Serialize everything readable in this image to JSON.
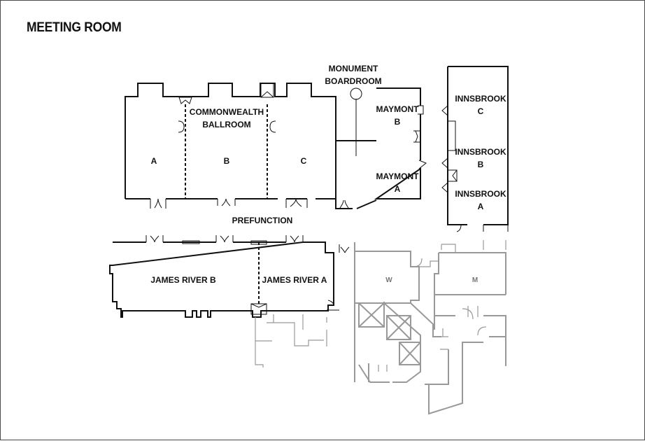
{
  "title": "MEETING ROOM",
  "rooms": {
    "commonwealth_ballroom": [
      "COMMONWEALTH",
      "BALLROOM"
    ],
    "ballroom_a": "A",
    "ballroom_b": "B",
    "ballroom_c": "C",
    "monument_boardroom": [
      "MONUMENT",
      "BOARDROOM"
    ],
    "maymont_b": [
      "MAYMONT",
      "B"
    ],
    "maymont_a": [
      "MAYMONT",
      "A"
    ],
    "innsbrook_c": [
      "INNSBROOK",
      "C"
    ],
    "innsbrook_b": [
      "INNSBROOK",
      "B"
    ],
    "innsbrook_a": [
      "INNSBROOK",
      "A"
    ],
    "prefunction": "PREFUNCTION",
    "james_river_b": "JAMES RIVER B",
    "james_river_a": "JAMES RIVER A",
    "restroom_w": "W",
    "restroom_m": "M"
  }
}
